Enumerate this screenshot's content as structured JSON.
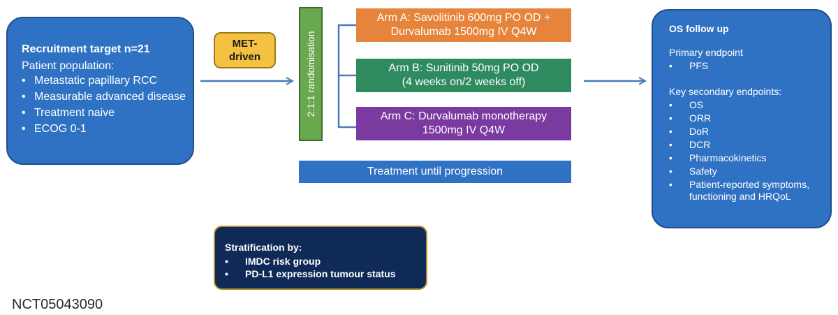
{
  "recruitment": {
    "title": "Recruitment target n=21",
    "subtitle": "Patient population:",
    "items": [
      "Metastatic papillary RCC",
      "Measurable advanced disease",
      "Treatment naive",
      "ECOG 0-1"
    ]
  },
  "badge": {
    "label_line1": "MET-",
    "label_line2": "driven"
  },
  "randomisation": {
    "label": "2:1:1 randomisation"
  },
  "arms": [
    {
      "line1": "Arm A: Savolitinib 600mg PO OD +",
      "line2": "Durvalumab 1500mg IV Q4W",
      "color": "#e5843a"
    },
    {
      "line1": "Arm B: Sunitinib 50mg PO OD",
      "line2": "(4 weeks on/2 weeks off)",
      "color": "#2f8a60"
    },
    {
      "line1": "Arm C: Durvalumab monotherapy",
      "line2": "1500mg IV Q4W",
      "color": "#7a3aa0"
    }
  ],
  "treatment": {
    "label": "Treatment until progression"
  },
  "followup": {
    "title": "OS follow up",
    "primary_heading": "Primary endpoint",
    "primary_items": [
      "PFS"
    ],
    "secondary_heading": "Key secondary endpoints:",
    "secondary_items": [
      "OS",
      "ORR",
      "DoR",
      "DCR",
      "Pharmacokinetics",
      "Safety",
      "Patient-reported symptoms, functioning and HRQoL"
    ]
  },
  "stratification": {
    "title": "Stratification by:",
    "items": [
      "IMDC risk group",
      "PD-L1 expression tumour status"
    ]
  },
  "trial_id": "NCT05043090",
  "colors": {
    "blue": "#2f72c4",
    "navy": "#0f2a56",
    "green_bar": "#6aa84f",
    "badge_yellow": "#f5c140",
    "arrow": "#4a7bbd"
  }
}
